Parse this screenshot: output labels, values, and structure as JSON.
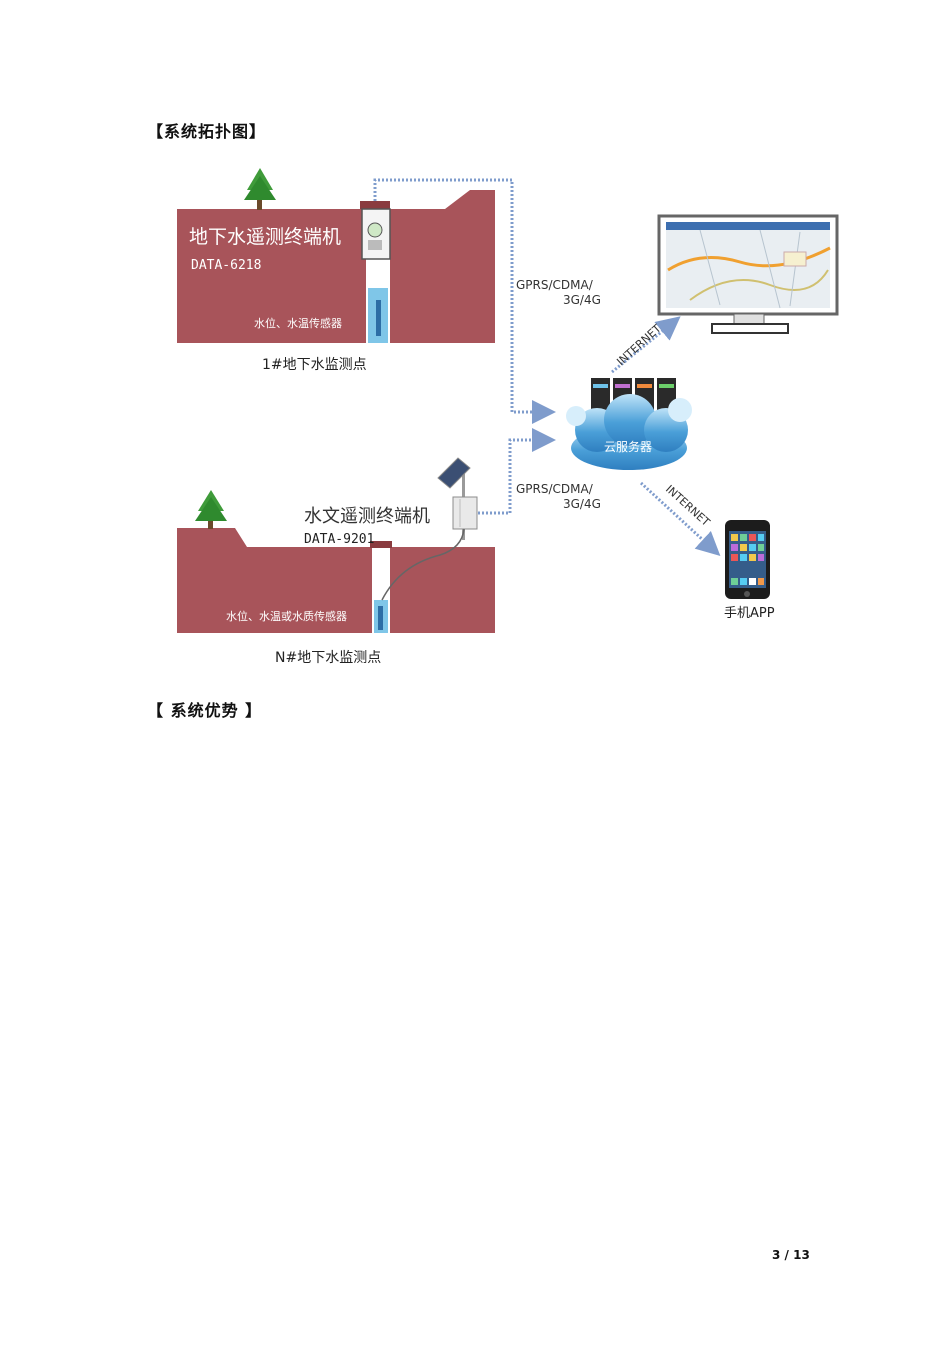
{
  "headings": {
    "topology": "【系统拓扑图】",
    "advantages": "【 系统优势 】"
  },
  "diagram": {
    "site1_terminal": "地下水遥测终端机",
    "site1_model": "DATA-6218",
    "site1_sensor": "水位、水温传感器",
    "site1_caption": "1#地下水监测点",
    "siteN_terminal": "水文遥测终端机",
    "siteN_model": "DATA-9201",
    "siteN_sensor": "水位、水温或水质传感器",
    "siteN_caption": "N#地下水监测点",
    "link_upper_line1": "GPRS/CDMA/",
    "link_upper_line2": "3G/4G",
    "link_lower_line1": "GPRS/CDMA/",
    "link_lower_line2": "3G/4G",
    "cloud_label": "云服务器",
    "internet_upper": "INTERNET",
    "internet_lower": "INTERNET",
    "phone_caption": "手机APP"
  },
  "colors": {
    "ground": "#a8545a",
    "link": "#7f9ccc",
    "cloud": "#4a9fd8",
    "water": "#7fc6e8"
  },
  "icons": [
    "tree-icon",
    "tree-icon",
    "solar-panel-icon",
    "monitor-icon",
    "server-rack-icon",
    "cloud-icon",
    "smartphone-icon"
  ],
  "footer": {
    "page": "3 / 13"
  }
}
